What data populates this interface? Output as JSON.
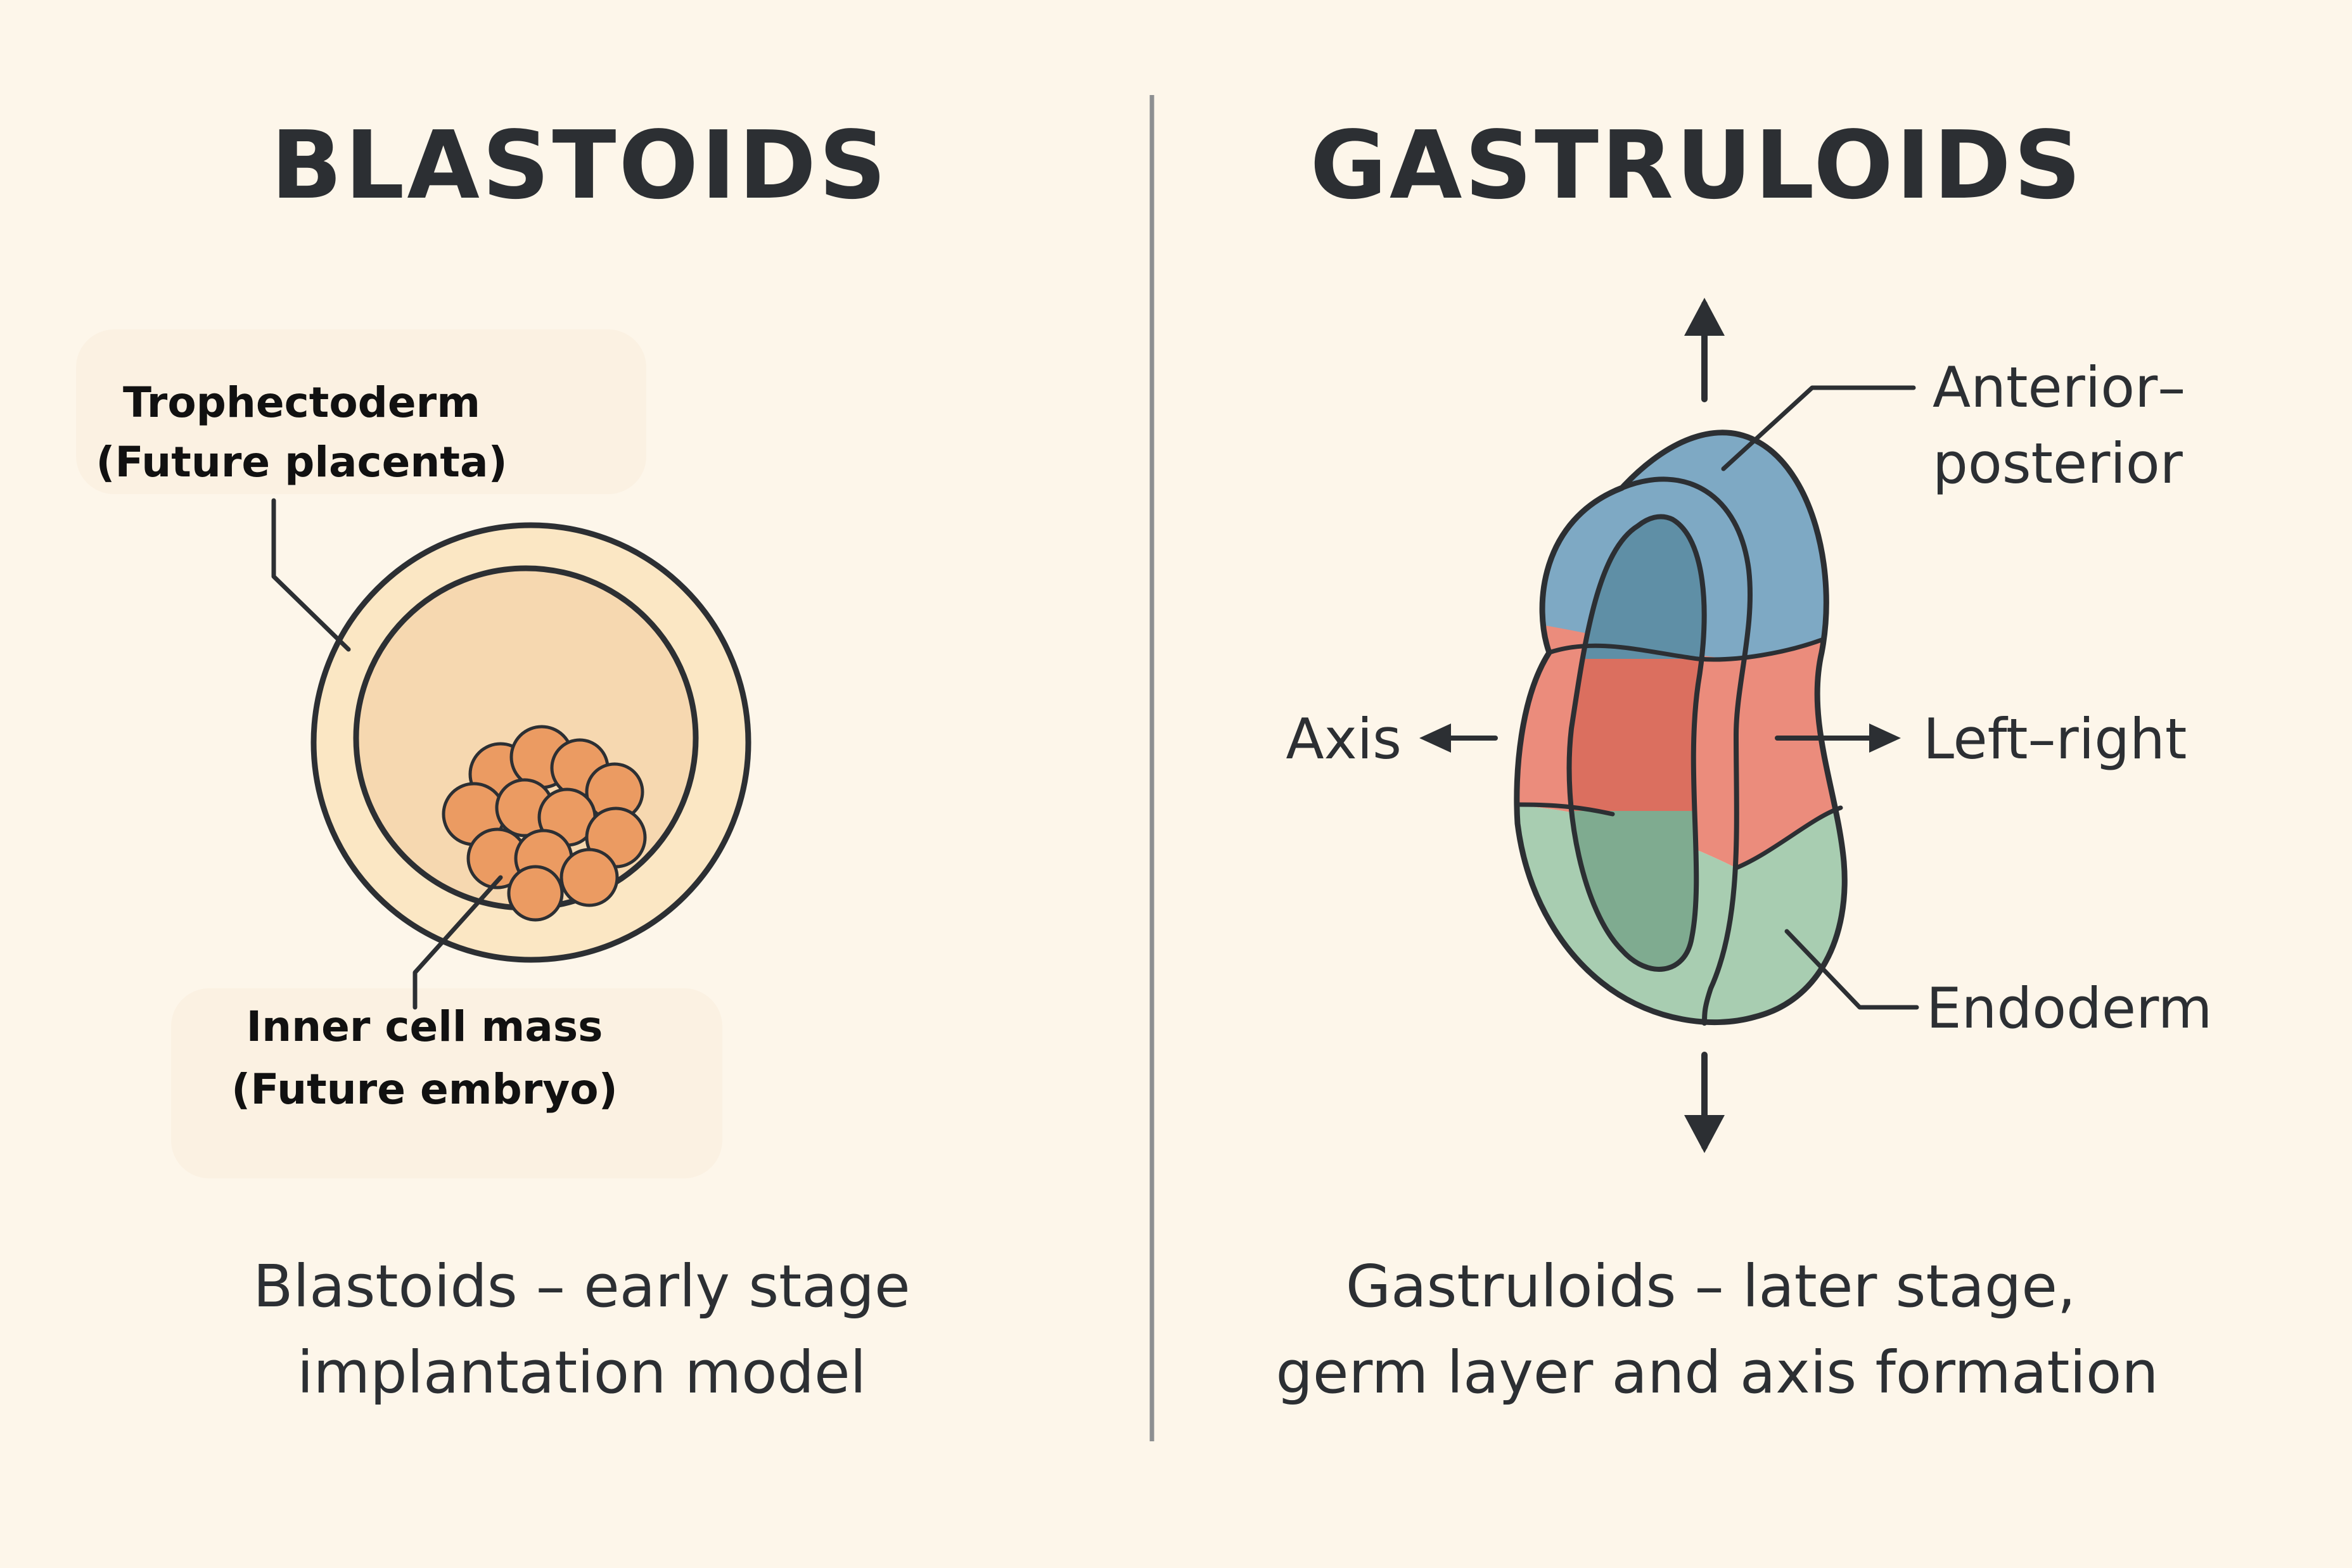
{
  "left_panel": {
    "title": "BLASTOIDS",
    "trophectoderm_label": "Trophectoderm",
    "trophectoderm_sub": "(Future placenta)",
    "icm_label": "Inner cell mass",
    "icm_sub": "(Future embryo)",
    "caption_line1": "Blastoids – early stage",
    "caption_line2": "implantation model"
  },
  "right_panel": {
    "title": "GASTRULOIDS",
    "ap_label_line1": "Anterior–",
    "ap_label_line2": "posterior",
    "axis_label": "Axis",
    "lr_label": "Left–right",
    "endoderm_label": "Endoderm",
    "caption_line1": "Gastruloids – later stage,",
    "caption_line2": "germ layer and axis formation"
  },
  "colors": {
    "background": "#fdf6ea",
    "outline": "#2c2f33",
    "zona": "#fbe7c4",
    "blastocoel": "#f6d8b0",
    "cells": "#eb9b62",
    "anterior_blue": "#7ea9c4",
    "middle_red": "#eb8c7c",
    "endoderm_green": "#a8cdb1"
  }
}
